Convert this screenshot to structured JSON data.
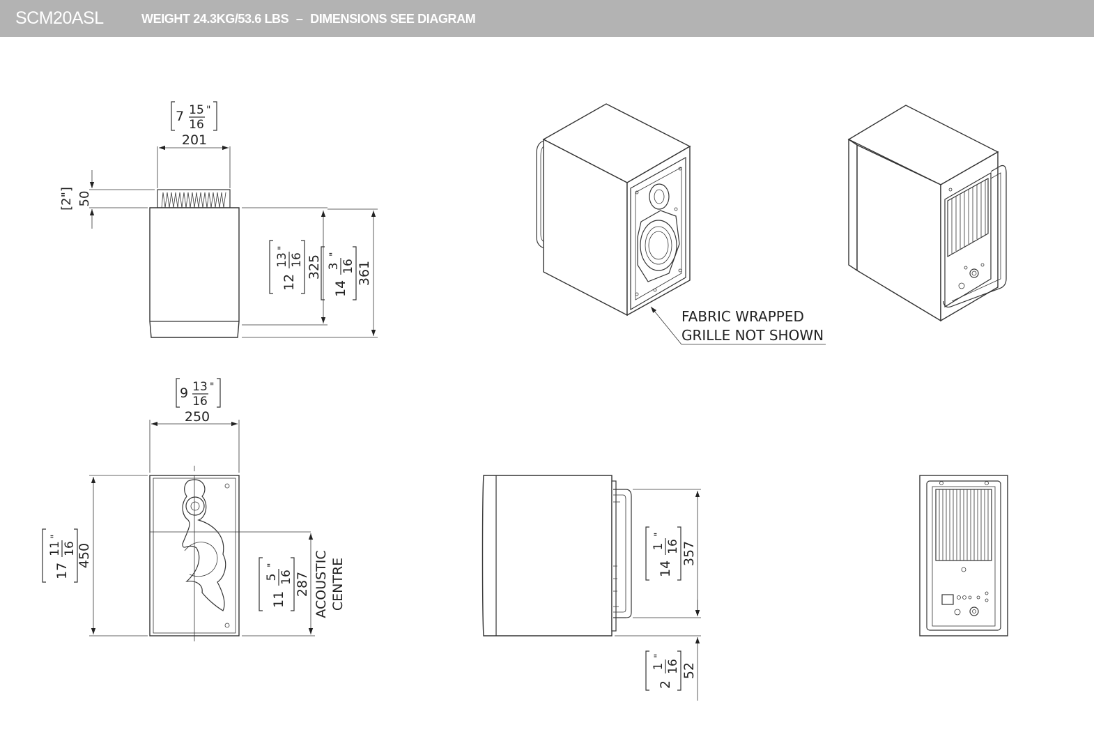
{
  "header": {
    "model": "SCM20ASL",
    "weight": "WEIGHT 24.3KG/53.6 LBS",
    "separator": "–",
    "dimensions_note": "DIMENSIONS SEE DIAGRAM"
  },
  "top_view": {
    "width_mm": "201",
    "width_in_whole": "7",
    "width_in_num": "15",
    "width_in_den": "16",
    "heatsink_mm": "50",
    "heatsink_in": "[2\"]",
    "depth_body_mm": "325",
    "depth_body_in_whole": "12",
    "depth_body_in_num": "13",
    "depth_body_in_den": "16",
    "depth_total_mm": "361",
    "depth_total_in_whole": "14",
    "depth_total_in_num": "3",
    "depth_total_in_den": "16"
  },
  "front_view": {
    "width_mm": "250",
    "width_in_whole": "9",
    "width_in_num": "13",
    "width_in_den": "16",
    "height_mm": "450",
    "height_in_whole": "17",
    "height_in_num": "11",
    "height_in_den": "16",
    "acoustic_mm": "287",
    "acoustic_in_whole": "11",
    "acoustic_in_num": "5",
    "acoustic_in_den": "16",
    "acoustic_label_1": "ACOUSTIC",
    "acoustic_label_2": "CENTRE"
  },
  "side_view": {
    "handle_mm": "357",
    "handle_in_whole": "14",
    "handle_in_num": "1",
    "handle_in_den": "16",
    "foot_mm": "52",
    "foot_in_whole": "2",
    "foot_in_num": "1",
    "foot_in_den": "16"
  },
  "iso_view": {
    "note_line_1": "FABRIC WRAPPED",
    "note_line_2": "GRILLE NOT SHOWN"
  },
  "inch_mark": "\""
}
